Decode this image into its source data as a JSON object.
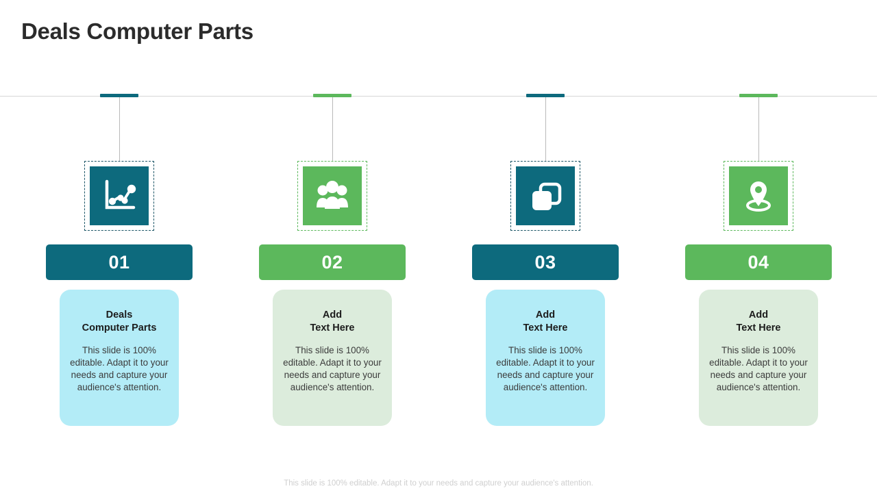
{
  "slide": {
    "title": "Deals Computer Parts",
    "footer": "This slide is 100% editable. Adapt it to your needs and capture your audience's attention.",
    "colors": {
      "teal": "#0d6a7d",
      "green": "#5cb85c",
      "card_cyan": "#b3ecf7",
      "card_green": "#dcecdc",
      "rule": "#d6d6d6",
      "dropline": "#b9b9b9",
      "title_text": "#2b2b2b",
      "footer_text": "#cfcfcf",
      "banner_text": "#ffffff"
    }
  },
  "columns": [
    {
      "number": "01",
      "icon": "line-chart-icon",
      "accent": "#0d6a7d",
      "dash_color": "#1b5566",
      "card_bg": "#b3ecf7",
      "title_line1": "Deals",
      "title_line2": "Computer Parts",
      "body": "This slide is 100% editable. Adapt it to your needs and capture your audience's attention."
    },
    {
      "number": "02",
      "icon": "people-group-icon",
      "accent": "#5cb85c",
      "dash_color": "#5cb85c",
      "card_bg": "#dcecdc",
      "title_line1": "Add",
      "title_line2": "Text Here",
      "body": "This slide is 100% editable. Adapt it to your needs and capture your audience's attention."
    },
    {
      "number": "03",
      "icon": "copy-duplicate-icon",
      "accent": "#0d6a7d",
      "dash_color": "#1b5566",
      "card_bg": "#b3ecf7",
      "title_line1": "Add",
      "title_line2": "Text Here",
      "body": "This slide is 100% editable. Adapt it to your needs and capture your audience's attention."
    },
    {
      "number": "04",
      "icon": "map-pin-icon",
      "accent": "#5cb85c",
      "dash_color": "#5cb85c",
      "card_bg": "#dcecdc",
      "title_line1": "Add",
      "title_line2": "Text Here",
      "body": "This slide is 100% editable. Adapt it to your needs and capture your audience's attention."
    }
  ]
}
